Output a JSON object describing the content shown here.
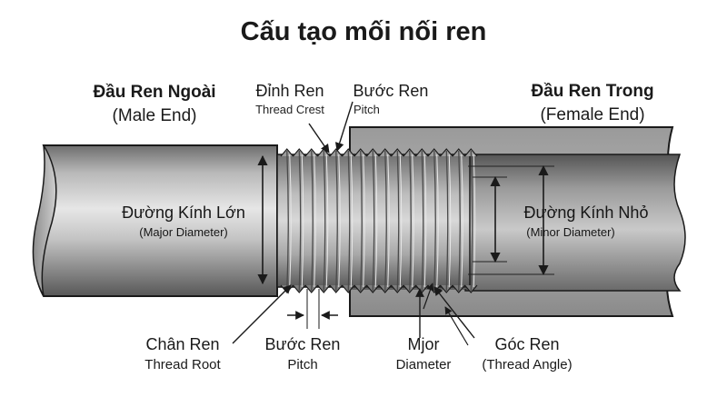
{
  "title": "Cấu tạo mối nối ren",
  "male_end": {
    "vi": "Đầu Ren Ngoài",
    "en": "(Male End)"
  },
  "female_end": {
    "vi": "Đầu Ren Trong",
    "en": "(Female End)"
  },
  "thread_crest": {
    "vi": "Đỉnh Ren",
    "en": "Thread Crest"
  },
  "pitch_top": {
    "vi": "Bước Ren",
    "en": "Pitch"
  },
  "major_diameter": {
    "vi": "Đường Kính Lớn",
    "en": "(Major Diameter)"
  },
  "minor_diameter": {
    "vi": "Đường Kính Nhỏ",
    "en": "(Minor Diameter)"
  },
  "thread_root": {
    "vi": "Chân Ren",
    "en": "Thread Root"
  },
  "pitch_bottom": {
    "vi": "Bước Ren",
    "en": "Pitch"
  },
  "mjor_diameter": {
    "vi": "Mjor",
    "en": "Diameter"
  },
  "thread_angle": {
    "vi": "Góc Ren",
    "en": "(Thread Angle)"
  },
  "colors": {
    "metal_light": "#d9d9d9",
    "metal_mid": "#a6a6a6",
    "metal_dark": "#5e5e5e",
    "outline": "#1a1a1a",
    "background": "#ffffff"
  }
}
